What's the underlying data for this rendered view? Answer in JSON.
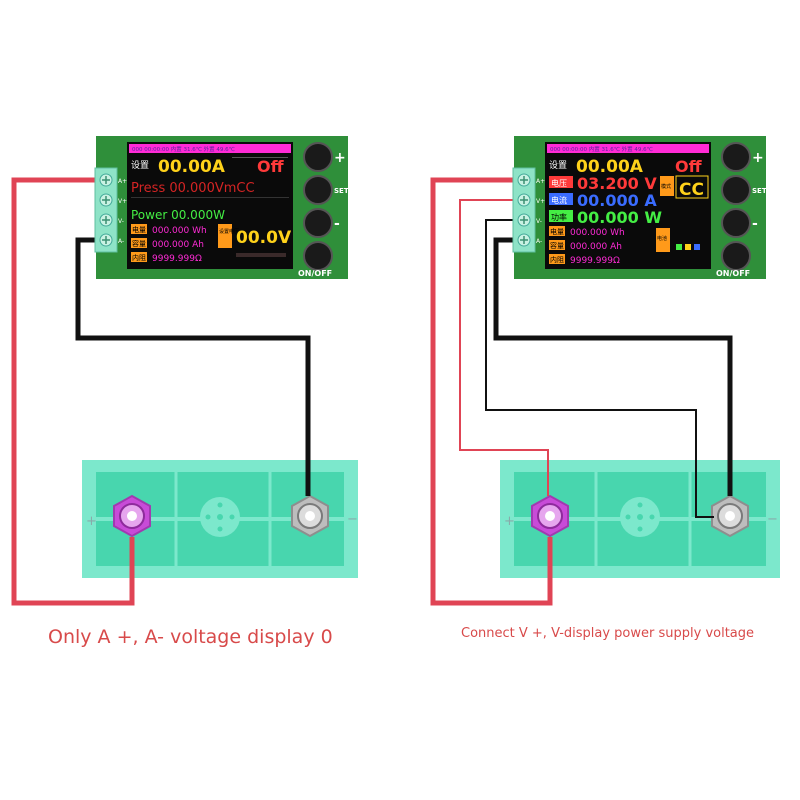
{
  "colors": {
    "pcb_green": "#2f8f3a",
    "lcd_black": "#0a0a0a",
    "terminal_mint": "#8ee3c7",
    "battery_mint": "#7ce8cc",
    "positive_post": "#c84bd8",
    "negative_post": "#bdbdbd",
    "wire_red": "#e04455",
    "wire_black": "#111111",
    "caption_red": "#d84a4a",
    "lcd_yellow": "#ffd21a",
    "lcd_red": "#ff3a3a",
    "lcd_orange": "#ff9a1a",
    "lcd_blue": "#3a6cff",
    "lcd_green": "#44ee44",
    "lcd_magenta": "#ff2bd6"
  },
  "left": {
    "caption": "Only A +, A- voltage display 0",
    "status_bar": "000 00:00:00  内置 31.6℃  外置 49.6℃",
    "set_label": "设置",
    "set_current": "00.00A",
    "state": "Off",
    "overlay_line": "Press 00.000VmCC",
    "power_line": "Power 00.000W",
    "wh_label": "电量",
    "wh_value": "000.000 Wh",
    "ah_label": "容量",
    "ah_value": "000.000 Ah",
    "ohm_label": "内阻",
    "ohm_value": "9999.999Ω",
    "side_label": "设置电压",
    "set_voltage": "00.0V",
    "terminals": [
      "A+",
      "V+",
      "V-",
      "A-"
    ],
    "buttons": [
      "+",
      "SET",
      "-",
      "ON/OFF"
    ],
    "battery_plus": "+",
    "battery_minus": "−"
  },
  "right": {
    "caption": "Connect V +, V-display power supply voltage",
    "status_bar": "000 00:00:00  内置 31.6℃  外置 49.6℃",
    "set_label": "设置",
    "set_current": "00.00A",
    "state": "Off",
    "volt_label": "电压",
    "voltage": "03.200 V",
    "amp_label": "电流",
    "current": "00.000 A",
    "power_label": "功率",
    "power": "00.000 W",
    "mode": "CC",
    "mode_label": "模式",
    "wh_label": "电量",
    "wh_value": "000.000 Wh",
    "ah_label": "容量",
    "ah_value": "000.000 Ah",
    "ohm_label": "内阻",
    "ohm_value": "9999.999Ω",
    "side_label": "电池",
    "terminals": [
      "A+",
      "V+",
      "V-",
      "A-"
    ],
    "buttons": [
      "+",
      "SET",
      "-",
      "ON/OFF"
    ],
    "battery_plus": "+",
    "battery_minus": "−"
  }
}
